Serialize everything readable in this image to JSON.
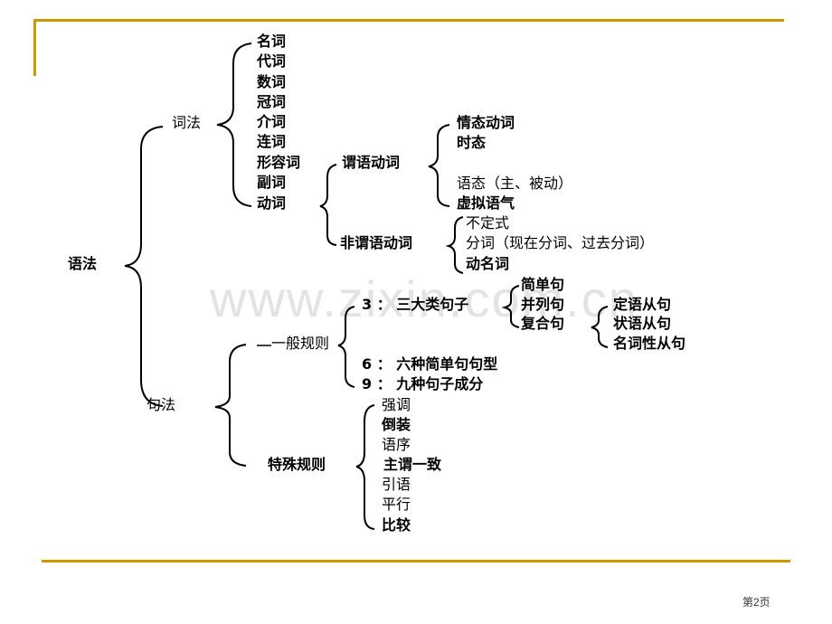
{
  "slide": {
    "page_label": "第2页",
    "watermark": "www.zixin.com.cn",
    "accent_color": "#cc9900"
  },
  "tree": {
    "root": "语法",
    "morphology": {
      "label": "词法",
      "word_classes": [
        "名词",
        "代词",
        "数词",
        "冠词",
        "介词",
        "连词",
        "形容词",
        "副词",
        "动词"
      ],
      "verb": {
        "predicate": {
          "label": "谓语动词",
          "items": [
            "情态动词",
            "时态",
            "语态（主、被动）",
            "虚拟语气"
          ]
        },
        "non_predicate": {
          "label": "非谓语动词",
          "items": [
            "不定式",
            "分词（现在分词、过去分词）",
            "动名词"
          ]
        }
      }
    },
    "syntax": {
      "label": "句法",
      "general": {
        "label": "一般规则",
        "three": {
          "label": "3 ： 三大类句子",
          "items": [
            "简单句",
            "并列句",
            "复合句"
          ],
          "complex_items": [
            "定语从句",
            "状语从句",
            "名词性从句"
          ]
        },
        "six": "6  ： 六种简单句句型",
        "nine": "9  ： 九种句子成分"
      },
      "special": {
        "label": "特殊规则",
        "items": [
          "强调",
          "倒装",
          "语序",
          "主谓一致",
          "引语",
          "平行",
          "比较"
        ]
      }
    }
  }
}
